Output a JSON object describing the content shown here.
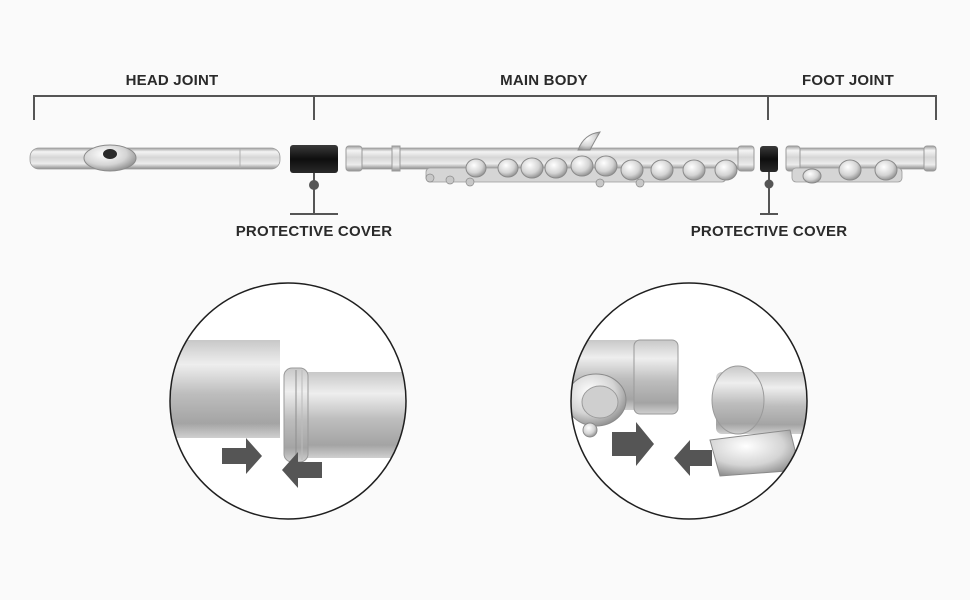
{
  "labels": {
    "head_joint": "HEAD JOINT",
    "main_body": "MAIN BODY",
    "foot_joint": "FOOT JOINT",
    "protective_cover_left": "PROTECTIVE COVER",
    "protective_cover_right": "PROTECTIVE COVER"
  },
  "colors": {
    "background": "#fafafa",
    "bracket_line": "#555555",
    "cover": "#1a1a1a",
    "silver_light": "#f2f2f2",
    "silver_dark": "#a8a8a8",
    "arrow": "#555555"
  },
  "icons": {
    "left_arrows": "insert-arrows-icon",
    "right_arrows": "insert-arrows-icon"
  }
}
